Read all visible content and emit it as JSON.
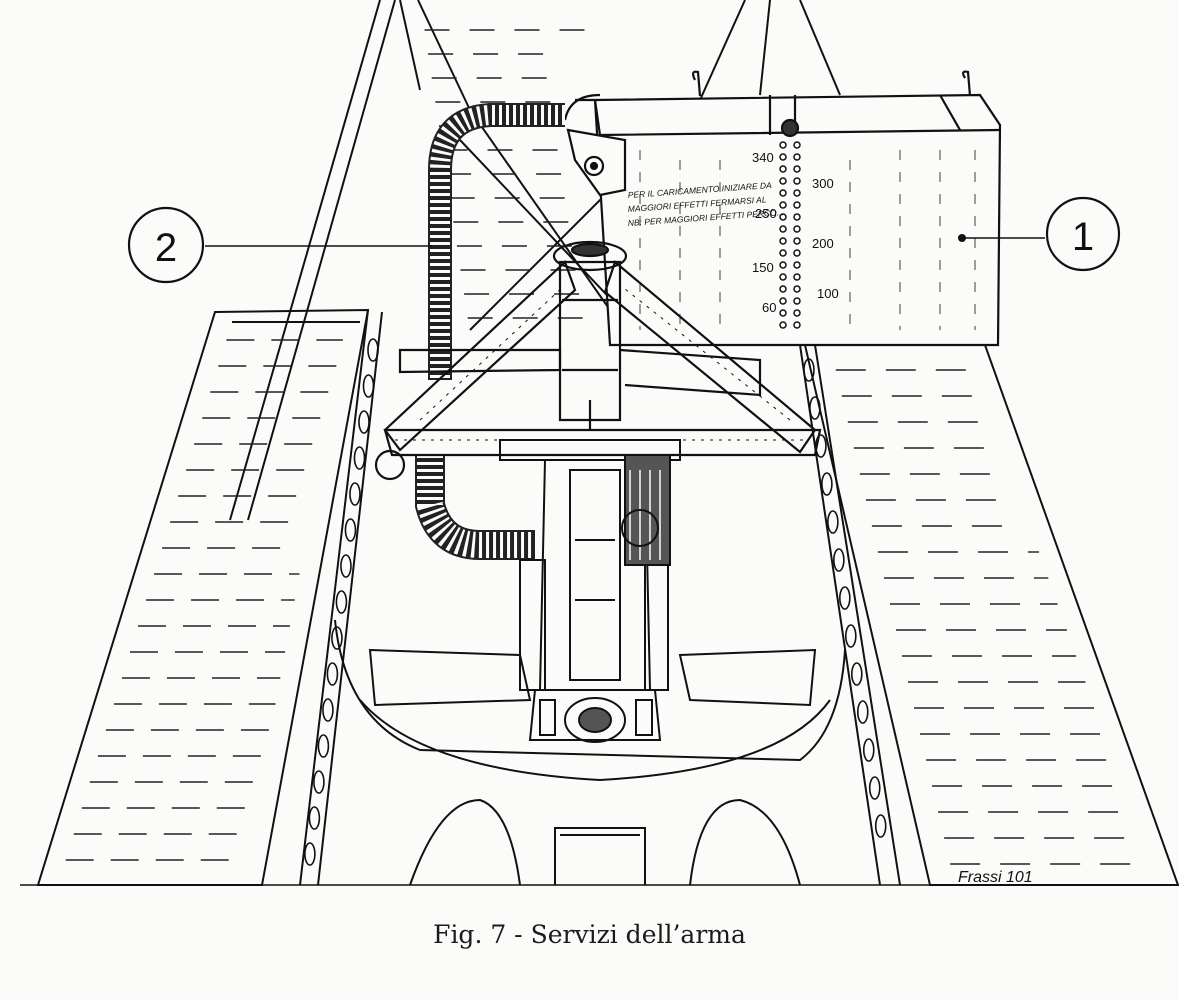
{
  "caption": "Fig. 7 - Servizi dell’arma",
  "callouts": [
    {
      "label": "1",
      "target": "ammunition box"
    },
    {
      "label": "2",
      "target": "feed chute"
    }
  ],
  "box_inscription": [
    "PER IL CARICAMENTO INIZIARE DA",
    "MAGGIORI EFFETTI FERMARSI AL",
    "NB: PER MAGGIORI EFFETTI PERCO..."
  ],
  "scale_left": [
    "340",
    "250",
    "150",
    "60"
  ],
  "scale_right": [
    "300",
    "200",
    "100"
  ],
  "signature": "Frassi 101",
  "colors": {
    "ink": "#111111",
    "paper": "#fbfbf9"
  }
}
